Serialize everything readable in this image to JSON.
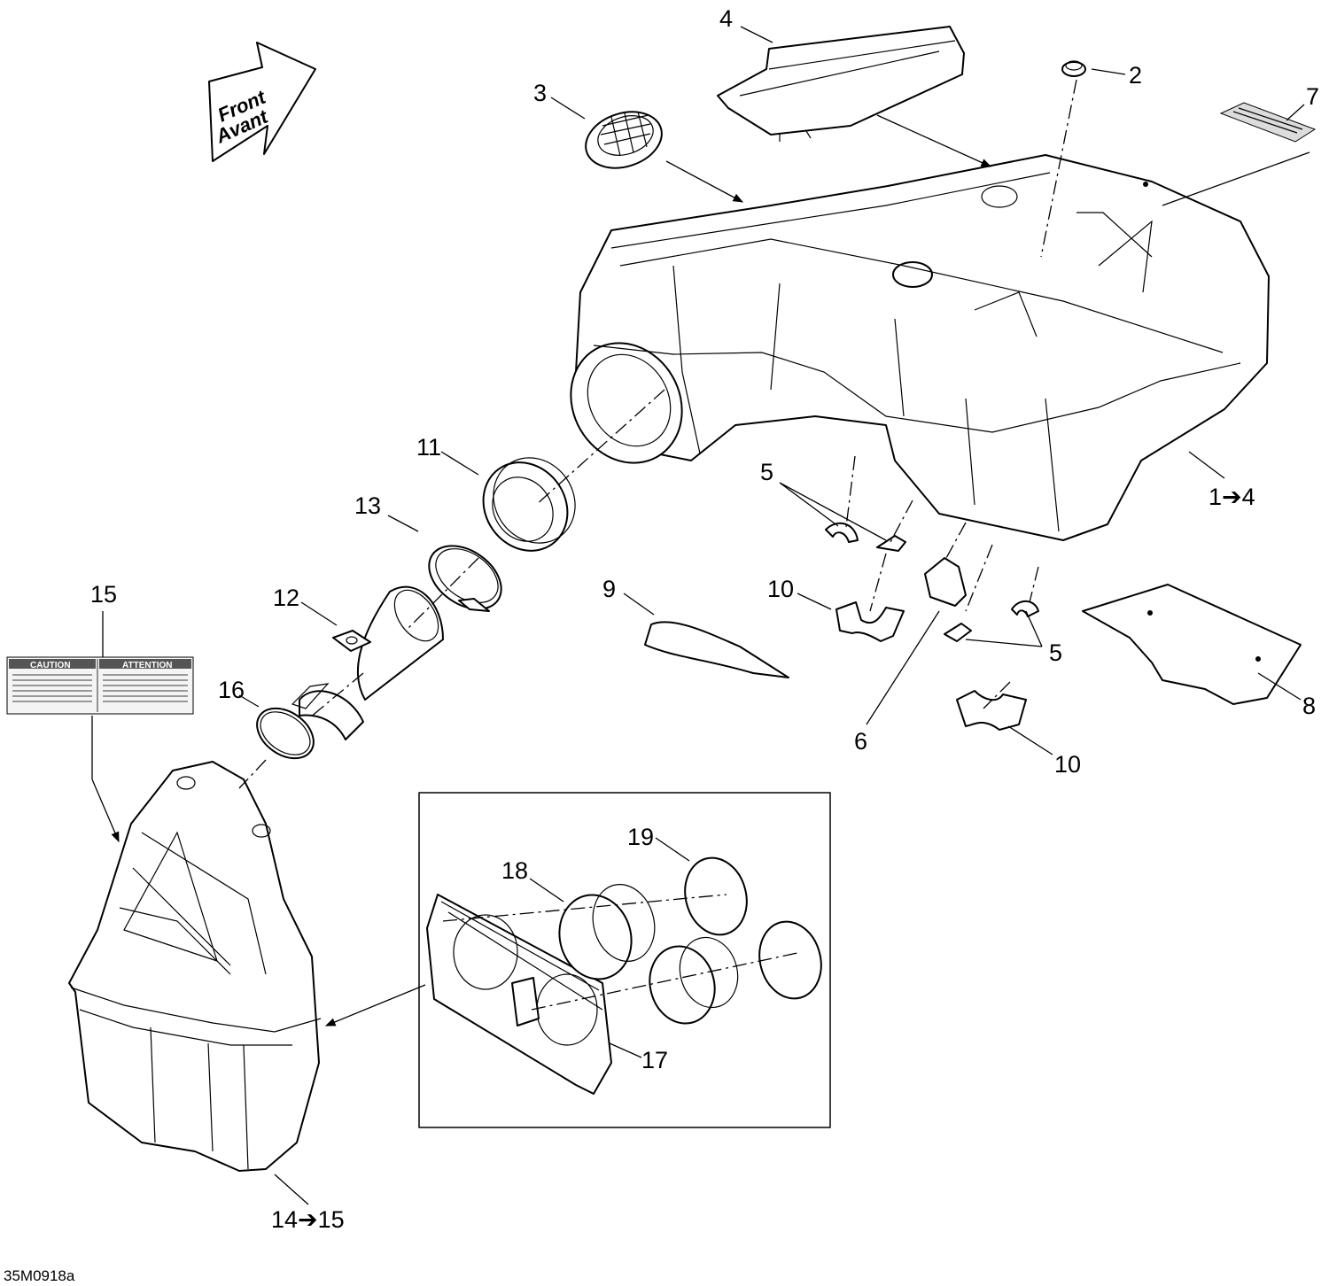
{
  "figure_code": "35M0918a",
  "direction_arrow": {
    "line1": "Front",
    "line2": "Avant"
  },
  "callouts": {
    "c1_4": "1➔4",
    "c2": "2",
    "c3": "3",
    "c4": "4",
    "c5a": "5",
    "c5b": "5",
    "c6": "6",
    "c7": "7",
    "c8": "8",
    "c9": "9",
    "c10a": "10",
    "c10b": "10",
    "c11": "11",
    "c12": "12",
    "c13": "13",
    "c14_15": "14➔15",
    "c15": "15",
    "c16": "16",
    "c17": "17",
    "c18": "18",
    "c19": "19"
  },
  "label_decal": {
    "left_heading": "CAUTION",
    "right_heading": "ATTENTION"
  }
}
